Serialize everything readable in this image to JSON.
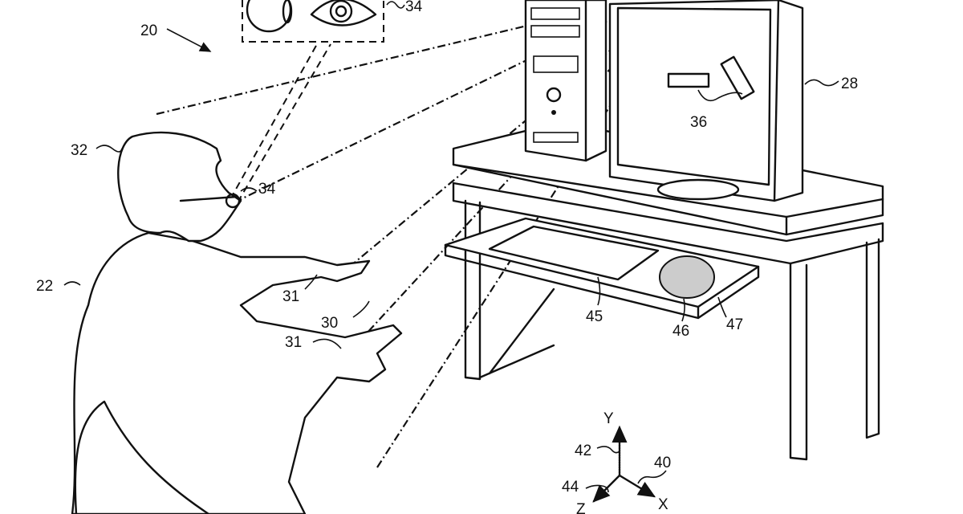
{
  "figure": {
    "refs": {
      "system": "20",
      "eye_inset": "34",
      "head": "32",
      "eye": "34",
      "user": "22",
      "hand_upper": "31",
      "finger": "30",
      "hand_lower": "31",
      "display": "28",
      "screen_objects": "36",
      "keyboard": "45",
      "mouse": "46",
      "tray": "47",
      "y_axis_ref": "42",
      "x_axis_ref": "40",
      "z_axis_ref": "44"
    },
    "axes": {
      "y": "Y",
      "x": "X",
      "z": "Z"
    }
  }
}
